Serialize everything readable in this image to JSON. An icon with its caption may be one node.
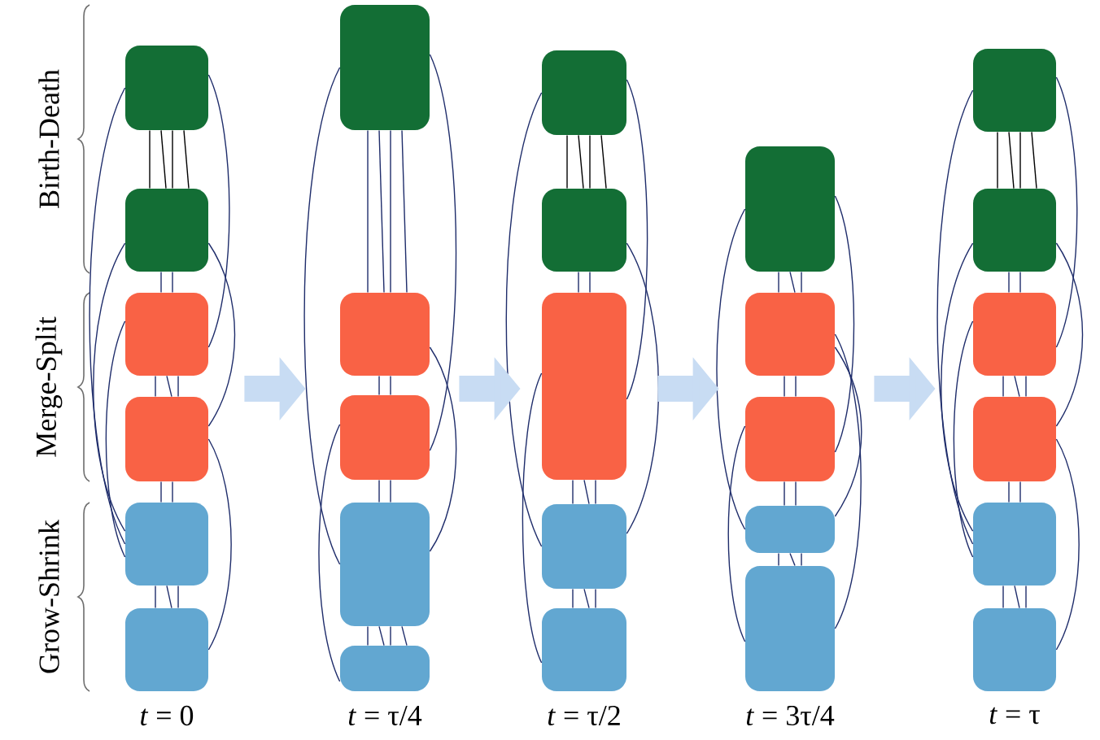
{
  "diagram": {
    "nodes": [
      {
        "text": [],
        "shape": "box"
      },
      {
        "text": [],
        "shape": "box"
      },
      {
        "text": [],
        "shape": "box"
      },
      {
        "text": [],
        "shape": "box"
      },
      {
        "text": [],
        "shape": "box"
      },
      {
        "text": [],
        "shape": "box"
      },
      {
        "text": [],
        "shape": "box"
      },
      {
        "text": [],
        "shape": "box"
      },
      {
        "text": [],
        "shape": "box"
      },
      {
        "text": [],
        "shape": "box"
      },
      {
        "text": [],
        "shape": "box"
      },
      {
        "text": [],
        "shape": "box"
      },
      {
        "text": [],
        "shape": "box"
      },
      {
        "text": [],
        "shape": "box"
      },
      {
        "text": [],
        "shape": "box"
      },
      {
        "text": [],
        "shape": "box"
      },
      {
        "text": [],
        "shape": "box"
      },
      {
        "text": [],
        "shape": "box"
      },
      {
        "text": [],
        "shape": "box"
      },
      {
        "text": [],
        "shape": "box"
      },
      {
        "text": [],
        "shape": "box"
      },
      {
        "text": [],
        "shape": "box"
      },
      {
        "text": [],
        "shape": "box"
      },
      {
        "text": [],
        "shape": "box"
      },
      {
        "text": [],
        "shape": "box"
      },
      {
        "text": [],
        "shape": "box"
      },
      {
        "text": [],
        "shape": "box"
      }
    ],
    "edges": [
      {
        "from": 0,
        "to": 1,
        "arrow": "none",
        "color": "#000000"
      },
      {
        "from": 0,
        "to": 1,
        "arrow": "none",
        "color": "#000000"
      },
      {
        "from": 0,
        "to": 1,
        "arrow": "none",
        "color": "#000000"
      },
      {
        "from": 0,
        "to": 1,
        "arrow": "none",
        "color": "#000000"
      },
      {
        "from": 1,
        "to": 2,
        "arrow": "none"
      },
      {
        "from": 1,
        "to": 2,
        "arrow": "none"
      },
      {
        "from": 2,
        "to": 3,
        "arrow": "none"
      },
      {
        "from": 2,
        "to": 3,
        "arrow": "none"
      },
      {
        "from": 2,
        "to": 3,
        "arrow": "none"
      },
      {
        "from": 3,
        "to": 4,
        "arrow": "none"
      },
      {
        "from": 3,
        "to": 4,
        "arrow": "none"
      },
      {
        "from": 4,
        "to": 5,
        "arrow": "none"
      },
      {
        "from": 4,
        "to": 5,
        "arrow": "none"
      },
      {
        "from": 4,
        "to": 5,
        "arrow": "none"
      },
      {
        "from": 0,
        "to": 2,
        "arrow": "none"
      },
      {
        "from": 0,
        "to": 4,
        "arrow": "none"
      },
      {
        "from": 1,
        "to": 3,
        "arrow": "none"
      },
      {
        "from": 2,
        "to": 4,
        "arrow": "none"
      },
      {
        "from": 3,
        "to": 5,
        "arrow": "none"
      },
      {
        "from": 1,
        "to": 4,
        "arrow": "none"
      },
      {
        "from": 6,
        "to": 7,
        "arrow": "none"
      },
      {
        "from": 6,
        "to": 7,
        "arrow": "none"
      },
      {
        "from": 6,
        "to": 7,
        "arrow": "none"
      },
      {
        "from": 6,
        "to": 7,
        "arrow": "none"
      },
      {
        "from": 7,
        "to": 8,
        "arrow": "none"
      },
      {
        "from": 7,
        "to": 8,
        "arrow": "none"
      },
      {
        "from": 8,
        "to": 9,
        "arrow": "none"
      },
      {
        "from": 8,
        "to": 9,
        "arrow": "none"
      },
      {
        "from": 9,
        "to": 10,
        "arrow": "none"
      },
      {
        "from": 9,
        "to": 10,
        "arrow": "none"
      },
      {
        "from": 9,
        "to": 10,
        "arrow": "none"
      },
      {
        "from": 9,
        "to": 10,
        "arrow": "none"
      },
      {
        "from": 6,
        "to": 8,
        "arrow": "none"
      },
      {
        "from": 6,
        "to": 9,
        "arrow": "none"
      },
      {
        "from": 7,
        "to": 9,
        "arrow": "none"
      },
      {
        "from": 8,
        "to": 10,
        "arrow": "none"
      },
      {
        "from": 11,
        "to": 12,
        "arrow": "none",
        "color": "#000000"
      },
      {
        "from": 11,
        "to": 12,
        "arrow": "none",
        "color": "#000000"
      },
      {
        "from": 11,
        "to": 12,
        "arrow": "none",
        "color": "#000000"
      },
      {
        "from": 11,
        "to": 12,
        "arrow": "none",
        "color": "#000000"
      },
      {
        "from": 12,
        "to": 13,
        "arrow": "none"
      },
      {
        "from": 12,
        "to": 13,
        "arrow": "none"
      },
      {
        "from": 13,
        "to": 14,
        "arrow": "none"
      },
      {
        "from": 13,
        "to": 14,
        "arrow": "none"
      },
      {
        "from": 13,
        "to": 14,
        "arrow": "none"
      },
      {
        "from": 14,
        "to": 15,
        "arrow": "none"
      },
      {
        "from": 14,
        "to": 15,
        "arrow": "none"
      },
      {
        "from": 14,
        "to": 15,
        "arrow": "none"
      },
      {
        "from": 11,
        "to": 13,
        "arrow": "none"
      },
      {
        "from": 11,
        "to": 14,
        "arrow": "none"
      },
      {
        "from": 12,
        "to": 14,
        "arrow": "none"
      },
      {
        "from": 13,
        "to": 15,
        "arrow": "none"
      },
      {
        "from": 16,
        "to": 17,
        "arrow": "none"
      },
      {
        "from": 16,
        "to": 17,
        "arrow": "none"
      },
      {
        "from": 16,
        "to": 17,
        "arrow": "none"
      },
      {
        "from": 17,
        "to": 18,
        "arrow": "none"
      },
      {
        "from": 17,
        "to": 18,
        "arrow": "none"
      },
      {
        "from": 18,
        "to": 19,
        "arrow": "none"
      },
      {
        "from": 18,
        "to": 19,
        "arrow": "none"
      },
      {
        "from": 19,
        "to": 20,
        "arrow": "none"
      },
      {
        "from": 19,
        "to": 20,
        "arrow": "none"
      },
      {
        "from": 19,
        "to": 20,
        "arrow": "none"
      },
      {
        "from": 16,
        "to": 18,
        "arrow": "none"
      },
      {
        "from": 16,
        "to": 19,
        "arrow": "none"
      },
      {
        "from": 17,
        "to": 19,
        "arrow": "none"
      },
      {
        "from": 18,
        "to": 20,
        "arrow": "none"
      },
      {
        "from": 17,
        "to": 20,
        "arrow": "none"
      },
      {
        "from": 21,
        "to": 22,
        "arrow": "none",
        "color": "#000000"
      },
      {
        "from": 21,
        "to": 22,
        "arrow": "none",
        "color": "#000000"
      },
      {
        "from": 21,
        "to": 22,
        "arrow": "none",
        "color": "#000000"
      },
      {
        "from": 21,
        "to": 22,
        "arrow": "none",
        "color": "#000000"
      },
      {
        "from": 22,
        "to": 23,
        "arrow": "none"
      },
      {
        "from": 22,
        "to": 23,
        "arrow": "none"
      },
      {
        "from": 23,
        "to": 24,
        "arrow": "none"
      },
      {
        "from": 23,
        "to": 24,
        "arrow": "none"
      },
      {
        "from": 23,
        "to": 24,
        "arrow": "none"
      },
      {
        "from": 24,
        "to": 25,
        "arrow": "none"
      },
      {
        "from": 24,
        "to": 25,
        "arrow": "none"
      },
      {
        "from": 25,
        "to": 26,
        "arrow": "none"
      },
      {
        "from": 25,
        "to": 26,
        "arrow": "none"
      },
      {
        "from": 25,
        "to": 26,
        "arrow": "none"
      },
      {
        "from": 21,
        "to": 23,
        "arrow": "none"
      },
      {
        "from": 21,
        "to": 25,
        "arrow": "none"
      },
      {
        "from": 22,
        "to": 24,
        "arrow": "none"
      },
      {
        "from": 23,
        "to": 25,
        "arrow": "none"
      },
      {
        "from": 24,
        "to": 26,
        "arrow": "none"
      },
      {
        "from": 22,
        "to": 25,
        "arrow": "none"
      },
      {
        "from": 3,
        "to": 8,
        "arrow": "to",
        "style": "thick",
        "color": "#c8dcf3"
      },
      {
        "from": 8,
        "to": 13,
        "arrow": "to",
        "style": "thick",
        "color": "#c8dcf3"
      },
      {
        "from": 13,
        "to": 18,
        "arrow": "to",
        "style": "thick",
        "color": "#c8dcf3"
      },
      {
        "from": 18,
        "to": 24,
        "arrow": "to",
        "style": "thick",
        "color": "#c8dcf3"
      }
    ],
    "labels": [
      "Birth-Death",
      "Merge-Split",
      "Grow-Shrink",
      "*t* = 0",
      "*t* = τ/4",
      "*t* = τ/2",
      "*t* = 3τ/4",
      "*t* = τ"
    ]
  }
}
